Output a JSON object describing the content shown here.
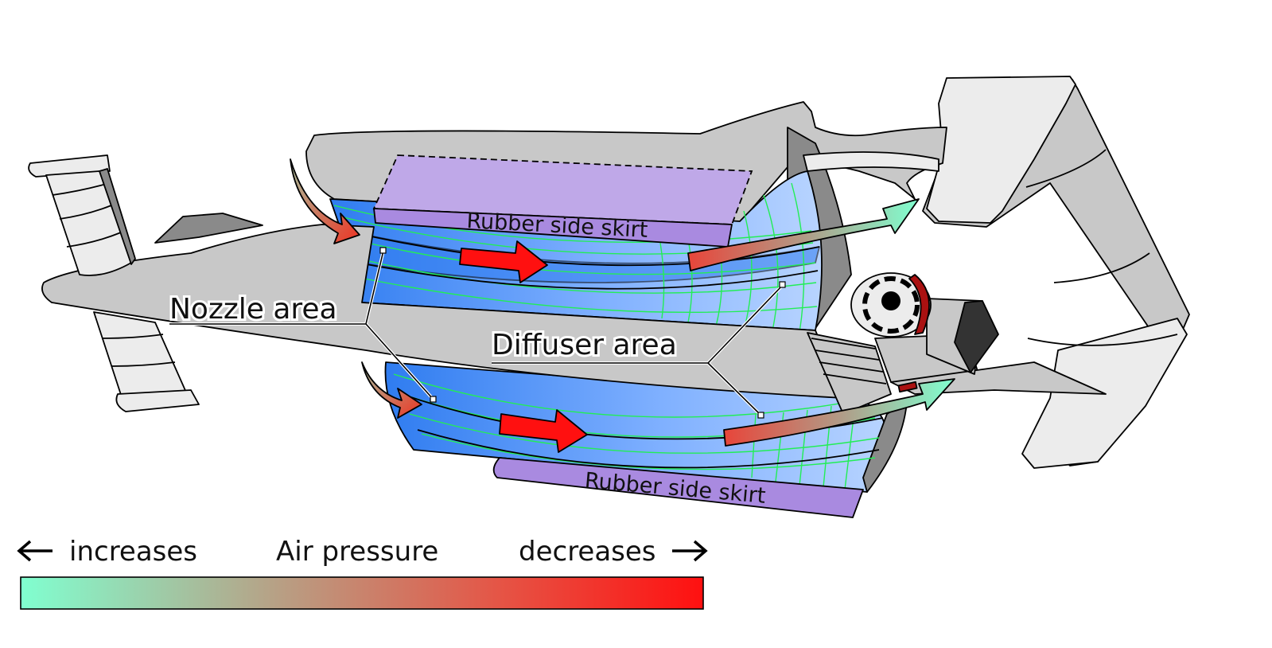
{
  "labels": {
    "nozzle": "Nozzle area",
    "diffuser": "Diffuser area",
    "skirt_top": "Rubber side skirt",
    "skirt_bottom": "Rubber side skirt"
  },
  "legend": {
    "left": "increases",
    "center": "Air pressure",
    "right": "decreases",
    "color_low_pressure": "#ff1010",
    "color_high_pressure": "#80ffd0"
  },
  "colors": {
    "body": "#c8c8c8",
    "body_light": "#ececec",
    "body_dark": "#8a8a8a",
    "skirt": "#a98ae0",
    "skirt_light": "#bfa8e8",
    "airflow_dark": "#3f86ee",
    "airflow_light": "#aaccff",
    "streamline": "#22ee55",
    "arrow": "#ff1010"
  }
}
